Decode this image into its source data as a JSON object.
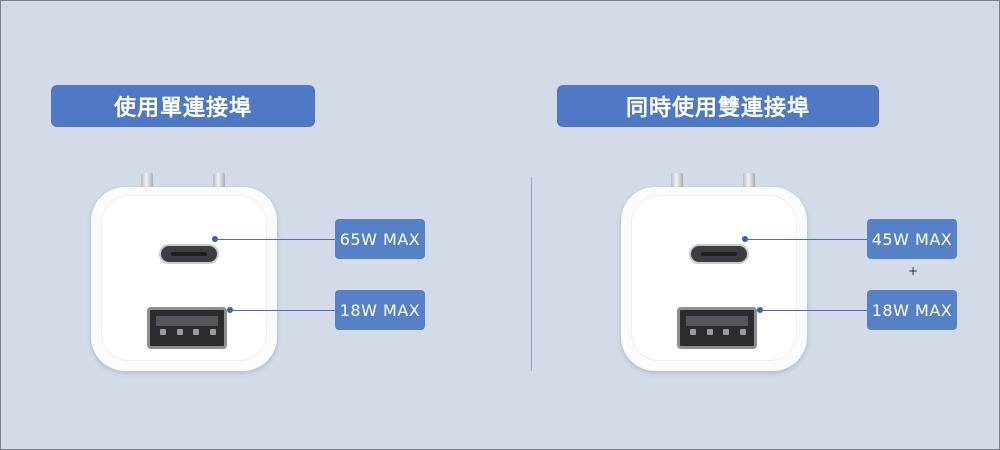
{
  "left": {
    "title": "使用單連接埠",
    "specs": [
      "65W MAX",
      "18W MAX"
    ]
  },
  "right": {
    "title": "同時使用雙連接埠",
    "specs": [
      "45W MAX",
      "18W MAX"
    ],
    "plus": "+"
  },
  "colors": {
    "background": "#d3dbe8",
    "title_fill": "#4f79c5",
    "spec_fill": "#5681c6",
    "leader_line": "#4a6eb5"
  },
  "icons": [
    "usb-c-port-icon",
    "usb-a-port-icon",
    "charger-prong-icon"
  ]
}
